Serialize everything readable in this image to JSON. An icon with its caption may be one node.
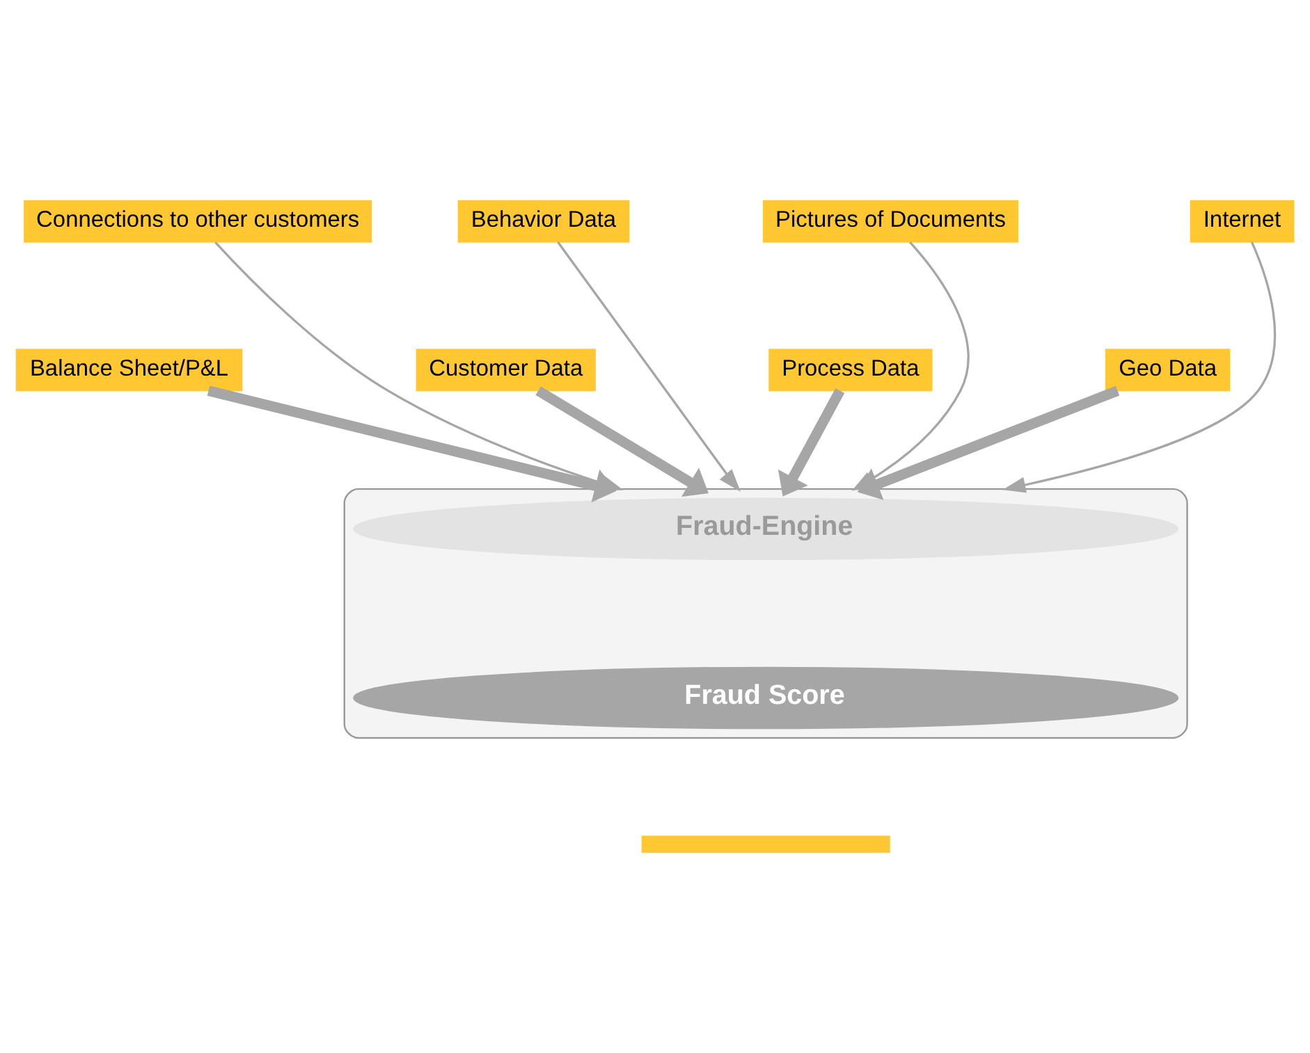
{
  "diagram": {
    "nodes": [
      {
        "text": [
          "Connections to other customers"
        ]
      },
      {
        "text": [
          "Behavior Data"
        ]
      },
      {
        "text": [
          "Pictures of Documents"
        ]
      },
      {
        "text": [
          "Internet"
        ]
      },
      {
        "text": [
          "Balance Sheet/P&L"
        ]
      },
      {
        "text": [
          "Customer Data"
        ]
      },
      {
        "text": [
          "Process Data"
        ]
      },
      {
        "text": [
          "Geo Data"
        ]
      },
      {
        "text": [],
        "shape": "funnel"
      },
      {
        "text": [
          "Fraud-Engine"
        ],
        "in": 8
      },
      {
        "text": [
          "Fraud Score"
        ],
        "in": 8
      },
      {
        "text": [],
        "shape": "box"
      }
    ],
    "edges": [
      {
        "from": 0,
        "to": 8,
        "arrow": "to"
      },
      {
        "from": 1,
        "to": 8,
        "arrow": "to"
      },
      {
        "from": 2,
        "to": 8,
        "arrow": "to"
      },
      {
        "from": 3,
        "to": 8,
        "arrow": "to"
      },
      {
        "from": 4,
        "to": 8,
        "arrow": "to",
        "style": "thick"
      },
      {
        "from": 5,
        "to": 8,
        "arrow": "to",
        "style": "thick"
      },
      {
        "from": 6,
        "to": 8,
        "arrow": "to",
        "style": "thick"
      },
      {
        "from": 7,
        "to": 8,
        "arrow": "to",
        "style": "thick"
      }
    ]
  }
}
